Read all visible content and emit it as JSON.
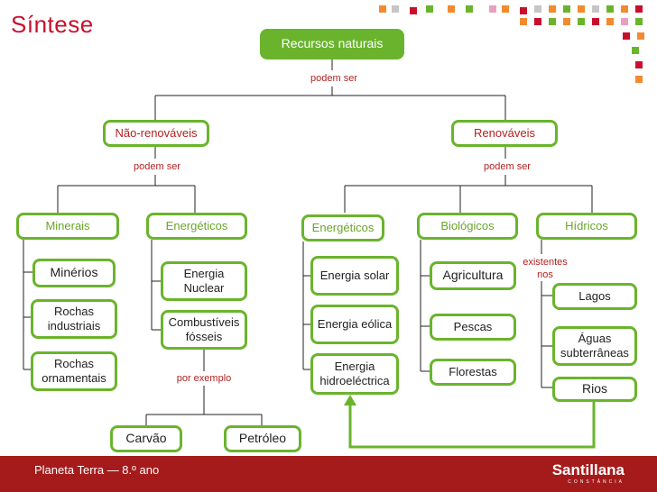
{
  "title": "Síntese",
  "root": "Recursos naturais",
  "link_podem_ser": "podem ser",
  "nao_renovaveis": "Não-renováveis",
  "renovaveis": "Renováveis",
  "minerais": "Minerais",
  "energeticos_nr": "Energéticos",
  "energeticos_r": "Energéticos",
  "biologicos": "Biológicos",
  "hidricos": "Hídricos",
  "minerios": "Minérios",
  "rochas_industriais": "Rochas industriais",
  "rochas_ornamentais": "Rochas ornamentais",
  "energia_nuclear": "Energia Nuclear",
  "combustiveis_fosseis": "Combustíveis fósseis",
  "por_exemplo": "por exemplo",
  "carvao": "Carvão",
  "petroleo": "Petróleo",
  "energia_solar": "Energia solar",
  "energia_eolica": "Energia eólica",
  "energia_hidro": "Energia hidroeléctrica",
  "agricultura": "Agricultura",
  "pescas": "Pescas",
  "florestas": "Florestas",
  "existentes_nos": "existentes nos",
  "lagos": "Lagos",
  "aguas_subterraneas": "Águas subterrâneas",
  "rios": "Rios",
  "footer_text": "Planeta Terra — 8.º ano",
  "brand": "Santillana",
  "brand_sub": "CONSTÂNCIA",
  "colors": {
    "green": "#6ab42d",
    "red": "#c8102e",
    "footer": "#a51b1b"
  }
}
